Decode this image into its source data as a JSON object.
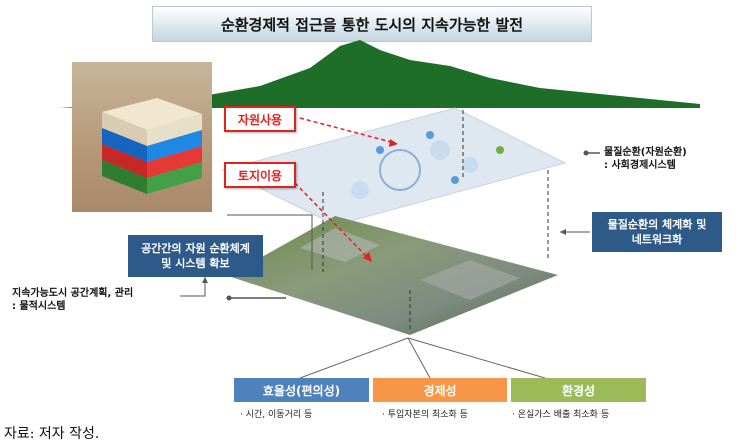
{
  "title": "순환경제적 접근을 통한 도시의 지속가능한 발전",
  "labels": {
    "resource_use": "자원사용",
    "land_use": "토지이용"
  },
  "right": {
    "material_cycle_line1": "물질순환(자원순환)",
    "material_cycle_line2": ": 사회경제시스템",
    "systemization_line1": "물질순환의 체계화 및",
    "systemization_line2": "네트워크화"
  },
  "left": {
    "spatial_line1": "공간간의 자원 순환체계",
    "spatial_line2": "및 시스템 확보",
    "planning_line1": "지속가능도시 공간계획, 관리",
    "planning_line2": ": 물적시스템"
  },
  "categories": [
    {
      "label": "효율성(편의성)",
      "desc": "· 시간, 이동거리 등",
      "color": "#4f81bd"
    },
    {
      "label": "경제성",
      "desc": "· 투입자본의 최소화 등",
      "color": "#f79646"
    },
    {
      "label": "환경성",
      "desc": "· 온실가스 배출 최소화 등",
      "color": "#9bbb59"
    }
  ],
  "source": "자료: 저자 작성."
}
